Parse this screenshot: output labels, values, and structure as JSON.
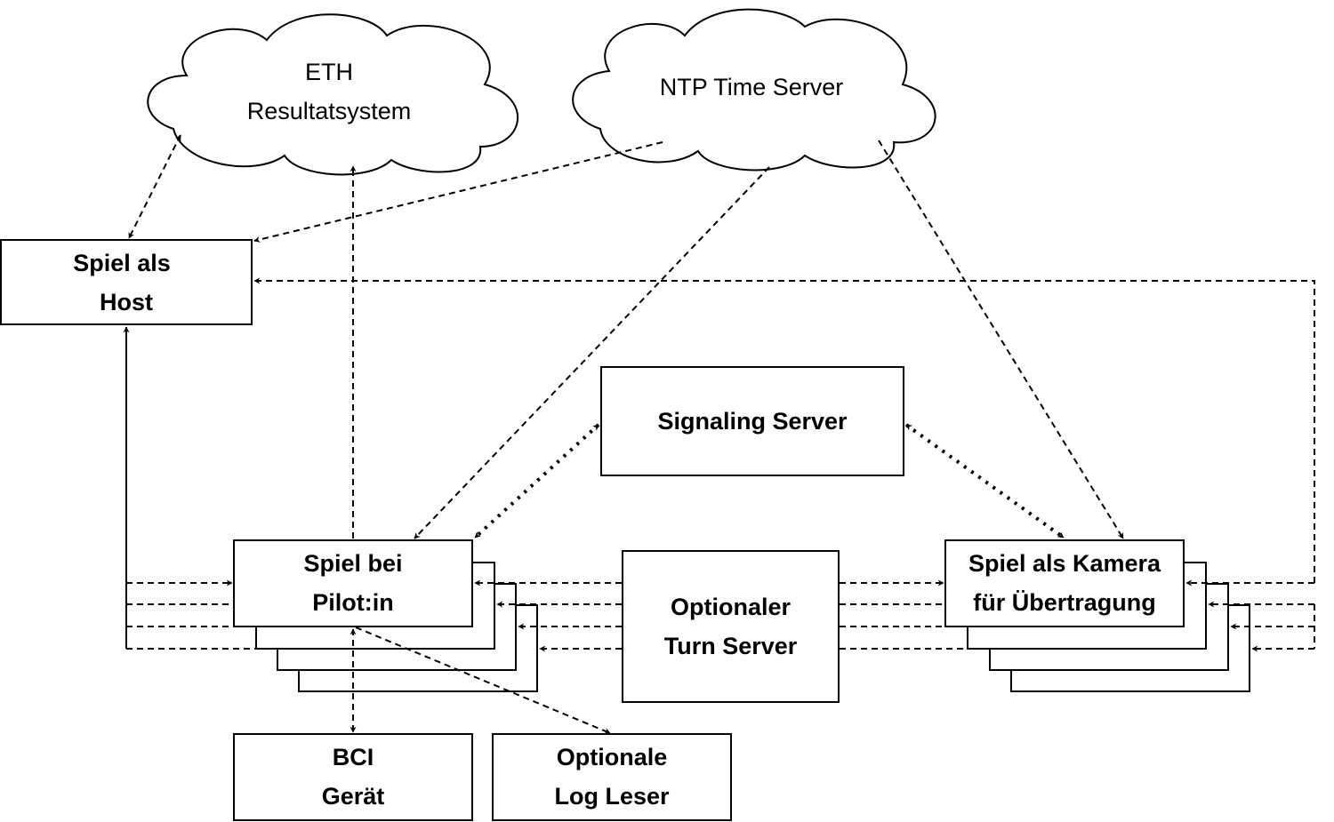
{
  "clouds": {
    "eth": {
      "line1": "ETH",
      "line2": "Resultatsystem"
    },
    "ntp": {
      "label": "NTP Time Server"
    }
  },
  "nodes": {
    "host": {
      "line1": "Spiel als",
      "line2": "Host"
    },
    "signaling": {
      "label": "Signaling Server"
    },
    "pilot": {
      "line1": "Spiel bei",
      "line2": "Pilot:in"
    },
    "turn": {
      "line1": "Optionaler",
      "line2": "Turn Server"
    },
    "camera": {
      "line1": "Spiel als Kamera",
      "line2": "für Übertragung"
    },
    "bci": {
      "line1": "BCI",
      "line2": "Gerät"
    },
    "log": {
      "line1": "Optionale",
      "line2": "Log Leser"
    }
  },
  "colors": {
    "stroke": "#000000",
    "fill": "#ffffff"
  }
}
